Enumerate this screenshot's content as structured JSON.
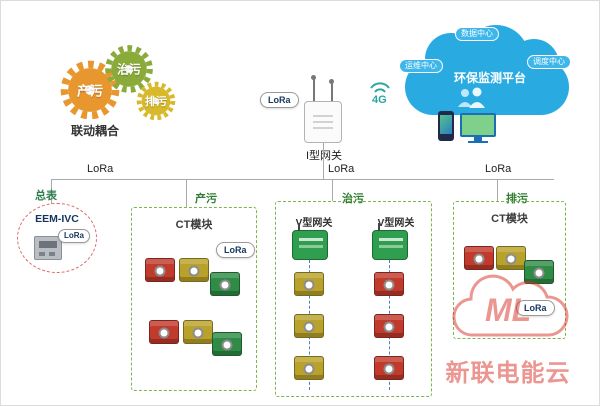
{
  "gears": {
    "gear_left": "产污",
    "gear_top": "治污",
    "gear_right": "排污",
    "caption": "联动耦合"
  },
  "gateway": {
    "label": "I型网关",
    "lora_badge": "LoRa",
    "signal": "4G"
  },
  "cloud": {
    "platform": "环保监测平台",
    "node_top": "数据中心",
    "node_left": "运维中心",
    "node_right": "调度中心"
  },
  "bus": {
    "lora_left": "LoRa",
    "lora_center": "LoRa",
    "lora_right": "LoRa"
  },
  "meter": {
    "tag": "总表",
    "model": "EEM-IVC",
    "lora_badge": "LoRa"
  },
  "branch_labels": {
    "produce": "产污",
    "treat": "治污",
    "discharge": "排污"
  },
  "box_produce": {
    "module_label": "CT模块",
    "lora_badge": "LoRa"
  },
  "box_treat": {
    "gateway_left": "V型网关",
    "gateway_right": "V型网关"
  },
  "box_discharge": {
    "module_label": "CT模块",
    "lora_badge": "LoRa"
  },
  "watermark": {
    "logo": "ML",
    "text": "新联电能云"
  },
  "colors": {
    "module_red": "#c13a2c",
    "module_yellow": "#b9a22b",
    "module_green": "#2f8b46",
    "cloud_blue": "#29abe2",
    "box_border_green": "#7ab648",
    "accent_red": "#e06a6a"
  }
}
